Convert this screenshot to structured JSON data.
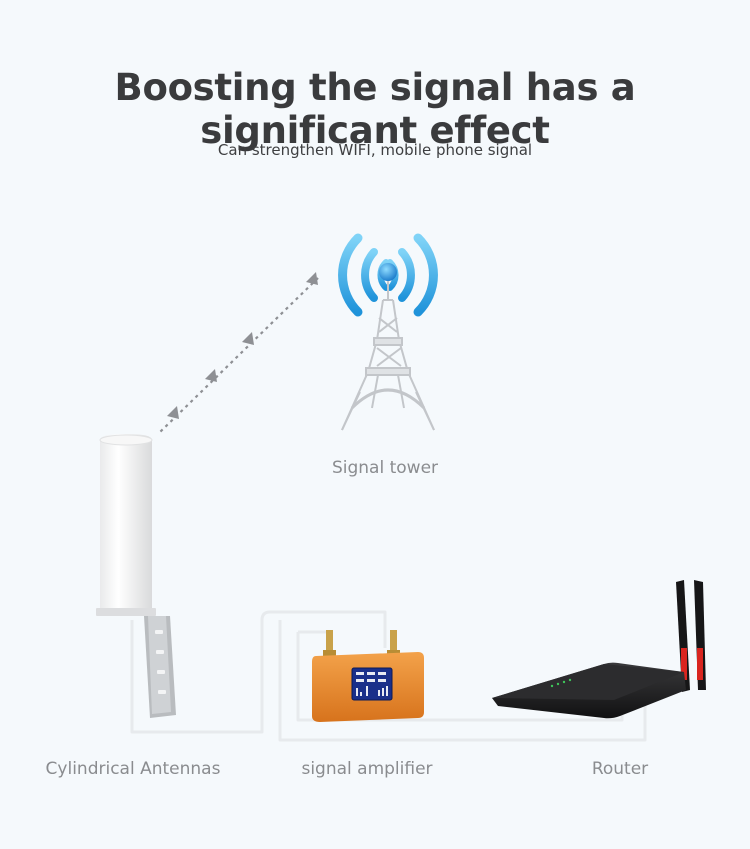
{
  "header": {
    "title": "Boosting the signal has a significant effect",
    "subtitle": "Can strengthen WIFI, mobile phone signal"
  },
  "nodes": {
    "tower": "Signal tower",
    "antenna": "Cylindrical Antennas",
    "amplifier": "signal amplifier",
    "router": "Router"
  },
  "colors": {
    "wave": "#2fa8e6",
    "amplifier_body": "#e8872a",
    "router_accent": "#d9251f",
    "cable": "#e6e9ec"
  }
}
